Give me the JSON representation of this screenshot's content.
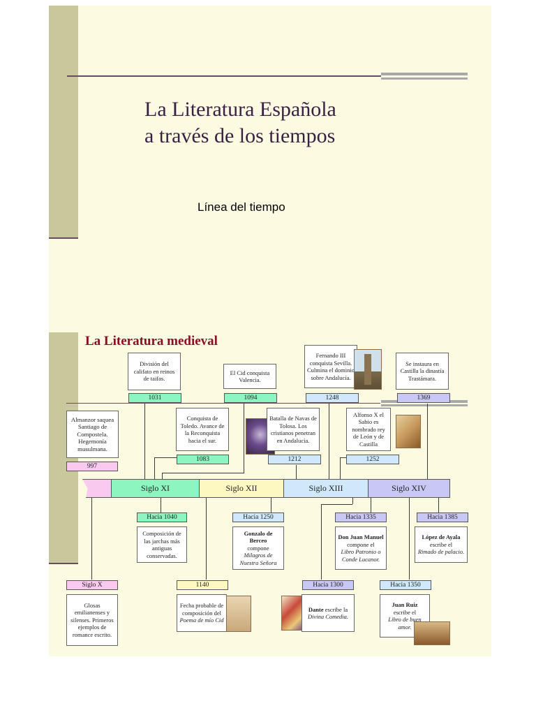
{
  "slide1": {
    "title_line1": "La Literatura Española",
    "title_line2": "a través de los tiempos",
    "subtitle": "Línea del tiempo"
  },
  "slide2": {
    "title": "La Literatura medieval",
    "centuries": [
      "Siglo XI",
      "Siglo XII",
      "Siglo XIII",
      "Siglo XIV"
    ],
    "events_top": [
      {
        "date": "1031",
        "text": "División del califato en reinos de taifas."
      },
      {
        "date": "1094",
        "text": "El Cid conquista Valencia."
      },
      {
        "date": "1248",
        "text": "Fernando III conquista Sevilla. Culmina el dominio sobre Andalucía."
      },
      {
        "date": "1369",
        "text": "Se instaura en Castilla la dinastía Trastámara."
      }
    ],
    "events_mid": [
      {
        "date": "997",
        "text": "Almanzor saquea Santiago de Compostela. Hegemonía musulmana."
      },
      {
        "date": "1083",
        "text": "Conquista de Toledo. Avance de la Reconquista hacia el sur."
      },
      {
        "date": "1212",
        "text": "Batalla de Navas de Tolosa. Los cristianos penetran en Andalucía."
      },
      {
        "date": "1252",
        "text": "Alfonso X el Sabio es nombrado rey de León y de Castilla"
      }
    ],
    "lit_upper": [
      {
        "date": "Hacia 1040",
        "text": "Composición de las jarchas más antiguas conservadas."
      },
      {
        "date": "Hacia 1250",
        "bold": "Gonzalo de Berceo",
        "text": "compone",
        "italic": "Milagros de Nuestra Señora"
      },
      {
        "date": "Hacia 1335",
        "bold": "Don Juan Manuel",
        "text": "compone el",
        "italic": "Libro Patronio o Conde Lucanor."
      },
      {
        "date": "Hacia 1385",
        "bold": "López de Ayala",
        "text": "escribe el",
        "italic": "Rimado de palacio."
      }
    ],
    "lit_lower": [
      {
        "date": "Siglo X",
        "text": "Glosas emilianenses y silenses. Primeros ejemplos de romance escrito."
      },
      {
        "date": "1140",
        "text": "Fecha probable de composición del",
        "italic": "Poema de mío Cid"
      },
      {
        "date": "Hacia 1300",
        "bold": "Dante",
        "text": "escribe la",
        "italic": "Divina Comedia."
      },
      {
        "date": "Hacia 1350",
        "bold": "Juan Ruiz",
        "text": "escribe el",
        "italic": "Libro de buen amor."
      }
    ]
  }
}
